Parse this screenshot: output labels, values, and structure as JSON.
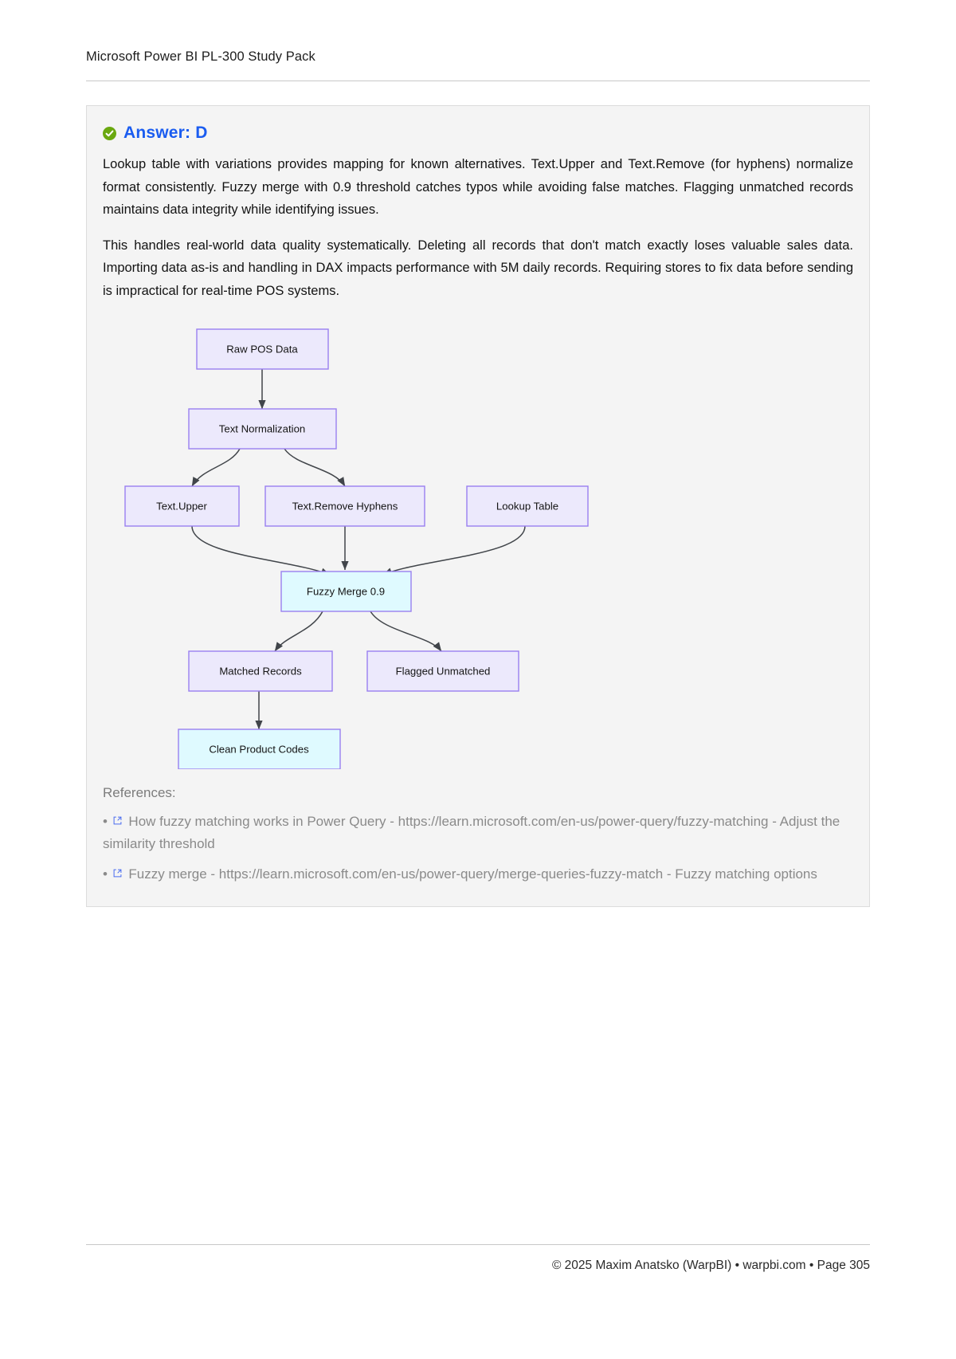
{
  "header": {
    "title": "Microsoft Power BI PL-300 Study Pack"
  },
  "answer": {
    "icon": "check-circle-icon",
    "label": "Answer: D",
    "accent_color": "#1a5cf0",
    "icon_color": "#6aa80f",
    "paragraphs": [
      "Lookup table with variations provides mapping for known alternatives. Text.Upper and Text.Remove (for hyphens) normalize format consistently. Fuzzy merge with 0.9 threshold catches typos while avoiding false matches. Flagging unmatched records maintains data integrity while identifying issues.",
      "This handles real-world data quality systematically. Deleting all records that don't match exactly loses valuable sales data. Importing data as-is and handling in DAX impacts performance with 5M daily records. Requiring stores to fix data before sending is impractical for real-time POS systems."
    ]
  },
  "diagram": {
    "type": "flowchart",
    "node_fill_default": "#ece9fc",
    "node_fill_highlight": "#dffaff",
    "node_border": "#9a7ff0",
    "edge_color": "#41454a",
    "nodes": [
      {
        "id": "raw",
        "label": "Raw POS Data",
        "style": "lavender"
      },
      {
        "id": "norm",
        "label": "Text Normalization",
        "style": "lavender"
      },
      {
        "id": "upper",
        "label": "Text.Upper",
        "style": "lavender"
      },
      {
        "id": "hyphens",
        "label": "Text.Remove Hyphens",
        "style": "lavender"
      },
      {
        "id": "lookup",
        "label": "Lookup Table",
        "style": "lavender"
      },
      {
        "id": "fuzzy",
        "label": "Fuzzy Merge 0.9",
        "style": "cyan"
      },
      {
        "id": "matched",
        "label": "Matched Records",
        "style": "lavender"
      },
      {
        "id": "flagged",
        "label": "Flagged Unmatched",
        "style": "lavender"
      },
      {
        "id": "clean",
        "label": "Clean Product Codes",
        "style": "cyan"
      }
    ],
    "edges": [
      {
        "from": "raw",
        "to": "norm"
      },
      {
        "from": "norm",
        "to": "upper"
      },
      {
        "from": "norm",
        "to": "hyphens"
      },
      {
        "from": "upper",
        "to": "fuzzy"
      },
      {
        "from": "hyphens",
        "to": "fuzzy"
      },
      {
        "from": "lookup",
        "to": "fuzzy"
      },
      {
        "from": "fuzzy",
        "to": "matched"
      },
      {
        "from": "fuzzy",
        "to": "flagged"
      },
      {
        "from": "matched",
        "to": "clean"
      }
    ]
  },
  "references": {
    "title": "References:",
    "items": [
      {
        "icon": "external-link-icon",
        "text": "How fuzzy matching works in Power Query - https://learn.microsoft.com/en-us/power-query/fuzzy-matching - Adjust the similarity threshold"
      },
      {
        "icon": "external-link-icon",
        "text": "Fuzzy merge - https://learn.microsoft.com/en-us/power-query/merge-queries-fuzzy-match - Fuzzy matching options"
      }
    ]
  },
  "footer": {
    "text": "© 2025 Maxim Anatsko (WarpBI) • warpbi.com • Page 305"
  }
}
